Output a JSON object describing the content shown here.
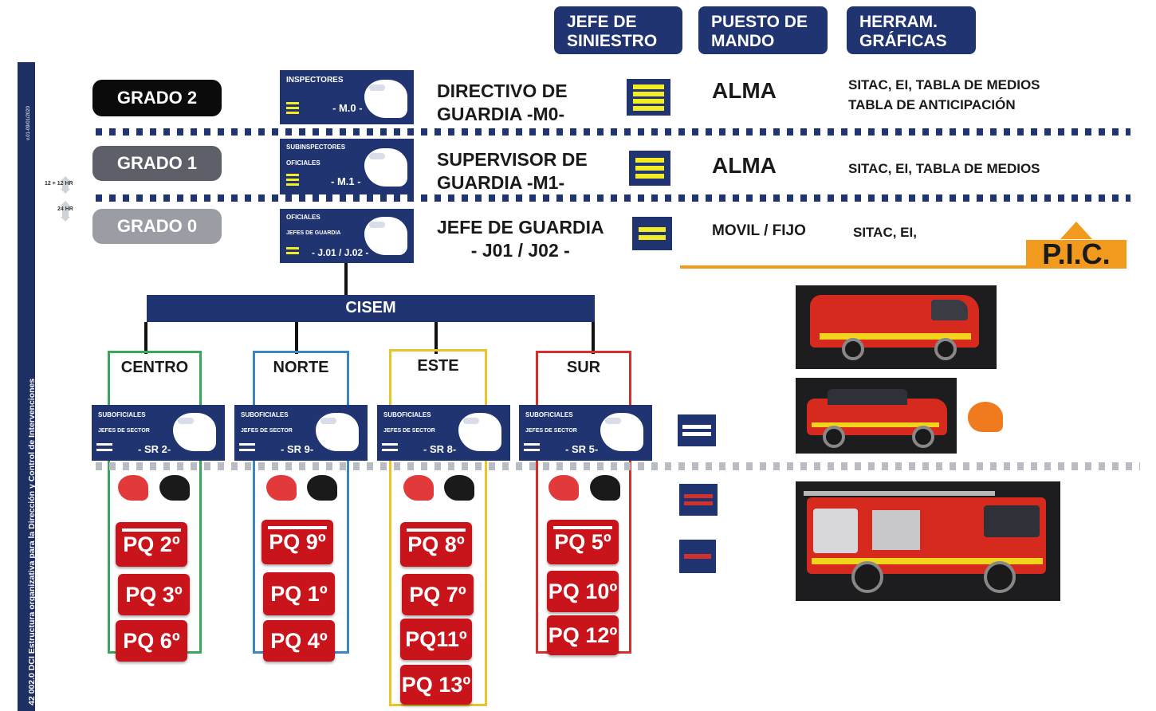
{
  "sidebar": {
    "text": "42 002.0 DCI Estructura organizativa para la Dirección y Control de Intervenciones",
    "version": "v.01-09/01/2020"
  },
  "headers": {
    "jefe_siniestro": [
      "JEFE DE",
      "SINIESTRO"
    ],
    "puesto_mando": [
      "PUESTO DE",
      "MANDO"
    ],
    "herramientas": [
      "HERRAM.",
      "GRÁFICAS"
    ]
  },
  "shift_labels": {
    "a": "12 + 12 HR",
    "b": "24 HR"
  },
  "levels": [
    {
      "grado": "GRADO 2",
      "box_title": "INSPECTORES",
      "box_sub": "",
      "box_code": "- M.0 -",
      "role": [
        "DIRECTIVO DE",
        "GUARDIA -M0-"
      ],
      "puesto": "ALMA",
      "tools": [
        "SITAC, EI, TABLA DE MEDIOS",
        "TABLA DE ANTICIPACIÓN"
      ]
    },
    {
      "grado": "GRADO 1",
      "box_title": "SUBINSPECTORES",
      "box_sub": "OFICIALES",
      "box_code": "- M.1 -",
      "role": [
        "SUPERVISOR DE",
        "GUARDIA -M1-"
      ],
      "puesto": "ALMA",
      "tools": [
        "SITAC, EI, TABLA DE MEDIOS"
      ]
    },
    {
      "grado": "GRADO 0",
      "box_title": "OFICIALES",
      "box_sub": "JEFES DE GUARDIA",
      "box_code": "- J.01 / J.02 -",
      "role": [
        "JEFE DE GUARDIA",
        "- J01 / J02 -"
      ],
      "puesto": "MOVIL / FIJO",
      "tools": [
        "SITAC, EI,"
      ]
    }
  ],
  "pic": "P.I.C.",
  "cisem": "CISEM",
  "sectors": [
    {
      "name": "CENTRO",
      "sr_title": "SUBOFICIALES",
      "sr_sub": "JEFES DE SECTOR",
      "sr_code": "- SR 2-",
      "color": "#3aa65a",
      "parks": [
        "PQ 2º",
        "PQ 3º",
        "PQ 6º"
      ]
    },
    {
      "name": "NORTE",
      "sr_title": "SUBOFICIALES",
      "sr_sub": "JEFES DE SECTOR",
      "sr_code": "- SR 9-",
      "color": "#3d86c6",
      "parks": [
        "PQ 9º",
        "PQ 1º",
        "PQ 4º"
      ]
    },
    {
      "name": "ESTE",
      "sr_title": "SUBOFICIALES",
      "sr_sub": "JEFES DE SECTOR",
      "sr_code": "- SR 8-",
      "color": "#e9c52c",
      "parks": [
        "PQ 8º",
        "PQ 7º",
        "PQ11º",
        "PQ 13º"
      ]
    },
    {
      "name": "SUR",
      "sr_title": "SUBOFICIALES",
      "sr_sub": "JEFES DE SECTOR",
      "sr_code": "- SR 5-",
      "color": "#d3322c",
      "parks": [
        "PQ 5º",
        "PQ 10º",
        "PQ 12º"
      ]
    }
  ],
  "colors": {
    "navy": "#1f3470",
    "yellow": "#f3ec22",
    "red": "#c9141c",
    "orange": "#f29a1d"
  }
}
